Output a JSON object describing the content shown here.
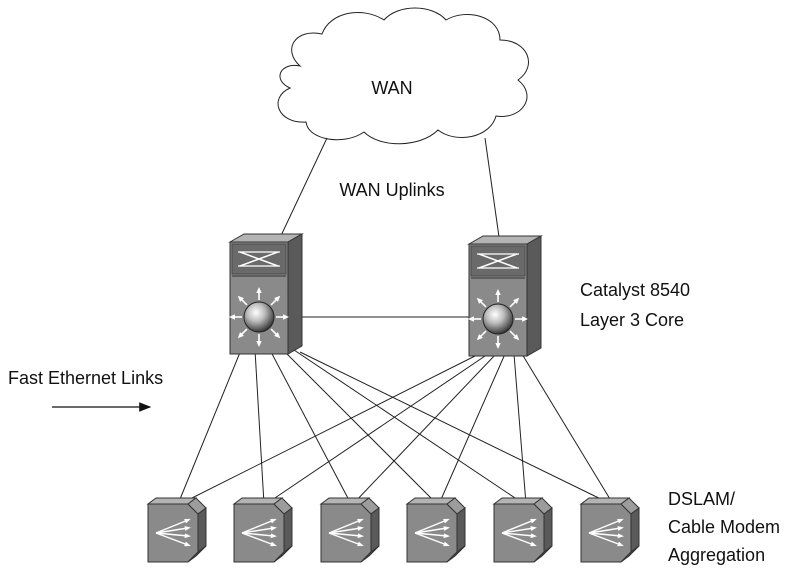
{
  "cloud": {
    "label": "WAN"
  },
  "uplinks": {
    "label": "WAN Uplinks"
  },
  "core": {
    "label_line1": "Catalyst 8540",
    "label_line2": "Layer 3 Core"
  },
  "links": {
    "label": "Fast Ethernet Links"
  },
  "aggregation": {
    "label_line1": "DSLAM/",
    "label_line2": "Cable Modem",
    "label_line3": "Aggregation"
  },
  "colors": {
    "device_dark": "#5a5a5a",
    "device_mid": "#8a8a8a",
    "device_light": "#b4b4b4",
    "line": "#222222"
  }
}
